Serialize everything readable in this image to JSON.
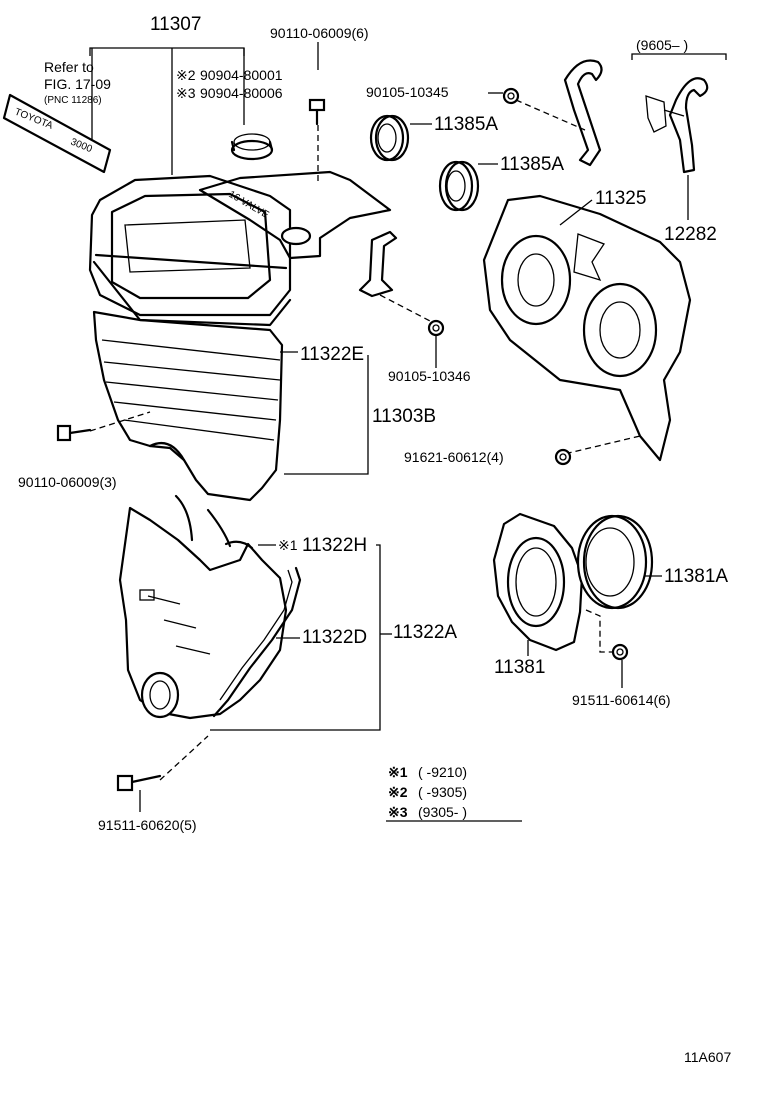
{
  "parts": {
    "p11307": "11307",
    "p90110_06009_6": "90110-06009(6)",
    "p90904_80001": "90904-80001",
    "p90904_80006": "90904-80006",
    "p90105_10345": "90105-10345",
    "p11385A_1": "11385A",
    "p11385A_2": "11385A",
    "p9605": "(9605–      )",
    "p11325": "11325",
    "p12282": "12282",
    "p11322E": "11322E",
    "p11303B": "11303B",
    "p90105_10346": "90105-10346",
    "p91621_60612": "91621-60612(4)",
    "p90110_06009_3": "90110-06009(3)",
    "p11322H": "11322H",
    "p11322D": "11322D",
    "p11322A": "11322A",
    "p11381": "11381",
    "p11381A": "11381A",
    "p91511_60614": "91511-60614(6)",
    "p91511_60620": "91511-60620(5)"
  },
  "refer": {
    "line1": "Refer to",
    "line2": "FIG. 17-09",
    "line3": "(PNC 11286)"
  },
  "plate": {
    "brand": "TOYOTA",
    "code": "3000"
  },
  "cover_text": "16 VALVE",
  "marks": {
    "m1": "※1",
    "m2": "※2",
    "m3": "※3"
  },
  "legend": {
    "row1_mark": "※1",
    "row1_text": "(        -9210)",
    "row2_mark": "※2",
    "row2_text": "(        -9305)",
    "row3_mark": "※3",
    "row3_text": "(9305-        )"
  },
  "figure_id": "11A607"
}
